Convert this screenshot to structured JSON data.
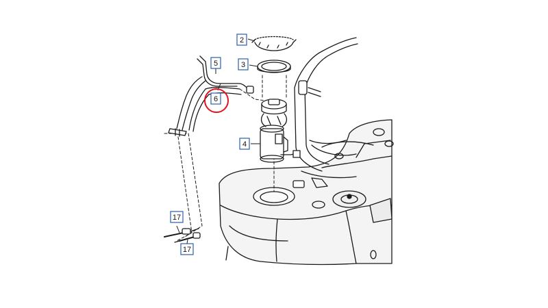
{
  "diagram": {
    "callouts": [
      {
        "id": "c2",
        "label": "2"
      },
      {
        "id": "c3",
        "label": "3"
      },
      {
        "id": "c4",
        "label": "4"
      },
      {
        "id": "c5",
        "label": "5"
      },
      {
        "id": "c6",
        "label": "6",
        "highlighted": true
      },
      {
        "id": "c17a",
        "label": "17"
      },
      {
        "id": "c17b",
        "label": "17"
      }
    ],
    "colors": {
      "line": "#1a1a1a",
      "callout_box": "#2a5db0",
      "highlight_circle": "#e0141e",
      "tank_shade": "#e9e9e9"
    },
    "parts": [
      {
        "name": "retaining-ring",
        "ref": "2"
      },
      {
        "name": "seal",
        "ref": "3"
      },
      {
        "name": "fuel-pump-unit",
        "ref": "4"
      },
      {
        "name": "fuel-line-supply",
        "ref": "5"
      },
      {
        "name": "fuel-line-return",
        "ref": "6"
      },
      {
        "name": "connector-fitting",
        "ref": "17"
      }
    ]
  }
}
